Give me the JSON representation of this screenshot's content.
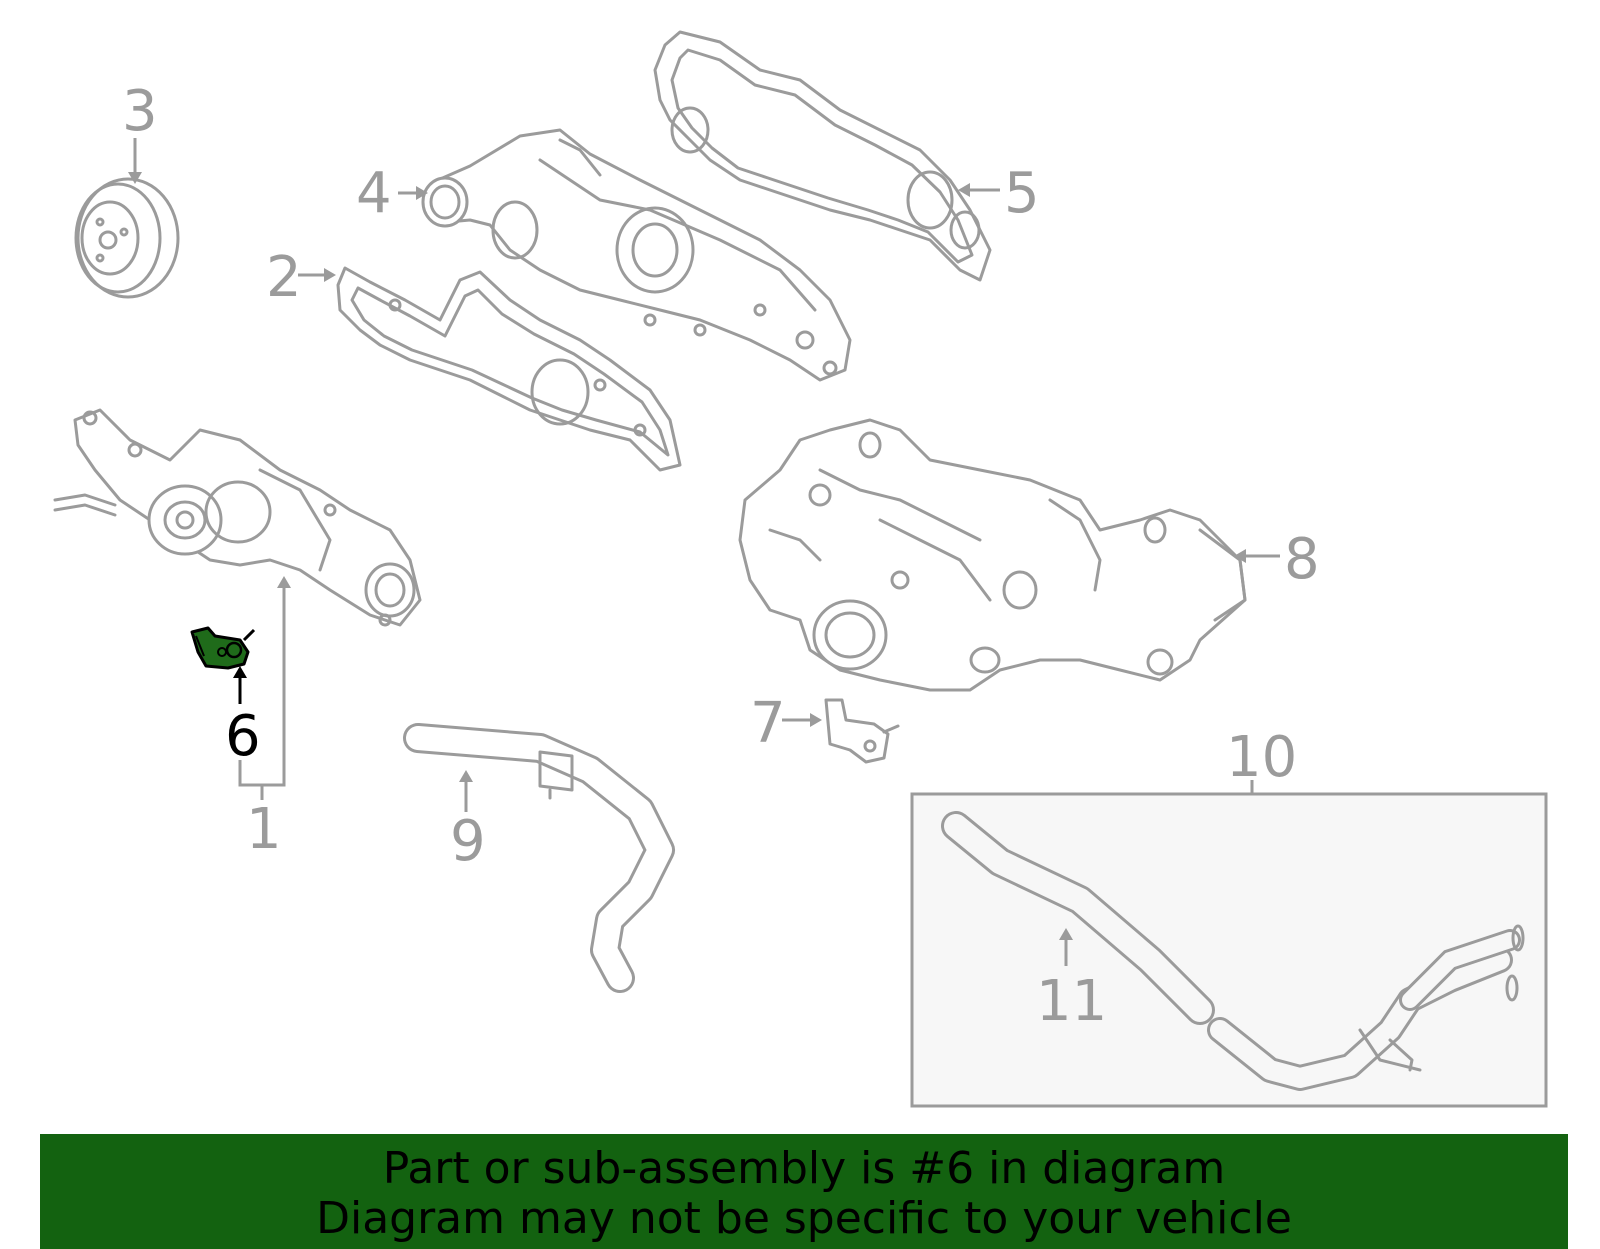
{
  "callouts": {
    "c1": "1",
    "c2": "2",
    "c3": "3",
    "c4": "4",
    "c5": "5",
    "c6": "6",
    "c7": "7",
    "c8": "8",
    "c9": "9",
    "c10": "10",
    "c11": "11"
  },
  "highlighted_part": "6",
  "banner": {
    "line1": "Part or sub-assembly is #6 in diagram",
    "line2": "Diagram may not be specific to your vehicle"
  },
  "colors": {
    "part_line": "#9b9b9b",
    "highlight_part": "#1f6b1a",
    "banner_bg": "#136210",
    "kit_box_bg": "#f7f7f7"
  }
}
